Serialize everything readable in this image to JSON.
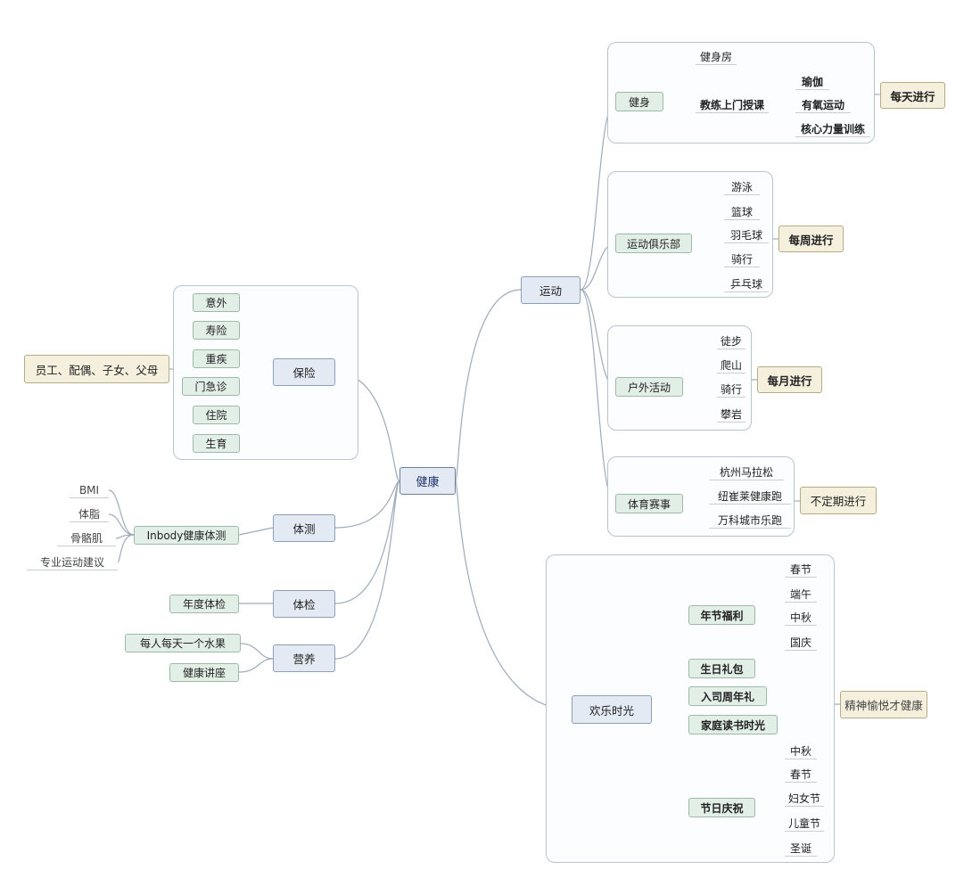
{
  "root": "健康",
  "branches": {
    "insurance": {
      "label": "保险",
      "items": [
        "意外",
        "寿险",
        "重疾",
        "门急诊",
        "住院",
        "生育"
      ],
      "note": "员工、配偶、子女、父母"
    },
    "measure": {
      "label": "体测",
      "sub": "Inbody健康体测",
      "items": [
        "BMI",
        "体脂",
        "骨骼肌",
        "专业运动建议"
      ]
    },
    "checkup": {
      "label": "体检",
      "sub": "年度体检"
    },
    "nutrition": {
      "label": "营养",
      "items": [
        "每人每天一个水果",
        "健康讲座"
      ]
    },
    "sport": {
      "label": "运动",
      "fitness": {
        "label": "健身",
        "gym": "健身房",
        "coach": "教练上门授课",
        "classes": [
          "瑜伽",
          "有氧运动",
          "核心力量训练"
        ],
        "note": "每天进行"
      },
      "club": {
        "label": "运动俱乐部",
        "items": [
          "游泳",
          "篮球",
          "羽毛球",
          "骑行",
          "乒乓球"
        ],
        "note": "每周进行"
      },
      "outdoor": {
        "label": "户外活动",
        "items": [
          "徒步",
          "爬山",
          "骑行",
          "攀岩"
        ],
        "note": "每月进行"
      },
      "events": {
        "label": "体育赛事",
        "items": [
          "杭州马拉松",
          "纽崔莱健康跑",
          "万科城市乐跑"
        ],
        "note": "不定期进行"
      }
    },
    "happy": {
      "label": "欢乐时光",
      "note": "精神愉悦才健康",
      "festival": {
        "label": "年节福利",
        "items": [
          "春节",
          "端午",
          "中秋",
          "国庆"
        ]
      },
      "birthday": "生日礼包",
      "anniversary": "入司周年礼",
      "reading": "家庭读书时光",
      "holiday": {
        "label": "节日庆祝",
        "items": [
          "中秋",
          "春节",
          "妇女节",
          "儿童节",
          "圣诞"
        ]
      }
    }
  }
}
